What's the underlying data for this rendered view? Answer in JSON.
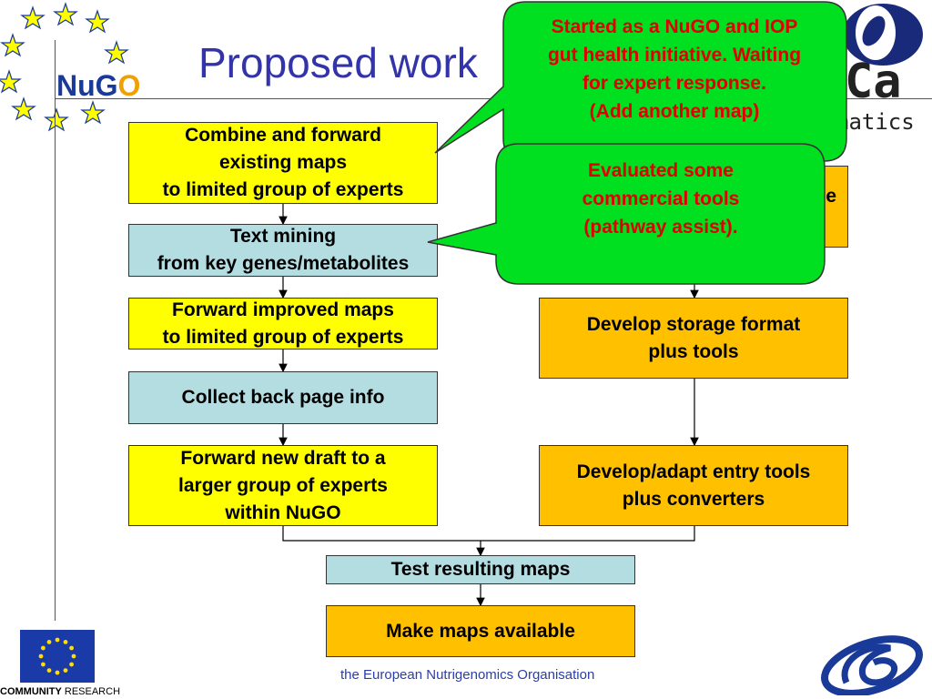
{
  "slide": {
    "title": "Proposed work",
    "footer": "the European Nutrigenomics Organisation",
    "community": "COMMUNITY",
    "research": "RESEARCH"
  },
  "logos": {
    "nugo_prefix": "NuG",
    "nugo_o": "O",
    "bigcat_text": "Ca",
    "bigcat_sub": "matics"
  },
  "left_flow": [
    "Combine and forward\nexisting maps\nto limited group of experts",
    "Text mining\nfrom key genes/metabolites",
    "Forward improved maps\nto limited group of experts",
    "Collect back page info",
    "Forward new draft to a\nlarger group of experts\nwithin NuGO"
  ],
  "right_flow": [
    "e",
    "Develop storage format\nplus tools",
    "Develop/adapt entry tools\nplus converters"
  ],
  "bottom_flow": [
    "Test resulting maps",
    "Make maps available"
  ],
  "callouts": {
    "top": "Started as a NuGO and IOP\ngut health initiative. Waiting\nfor expert response.\n(Add another map)",
    "middle": "Evaluated some\ncommercial tools\n(pathway assist)."
  },
  "colors": {
    "yellow": "#ffff00",
    "light_blue": "#b4dde2",
    "orange": "#ffc000",
    "callout_green": "#00e020",
    "callout_text": "#e00000",
    "title": "#3333aa"
  }
}
